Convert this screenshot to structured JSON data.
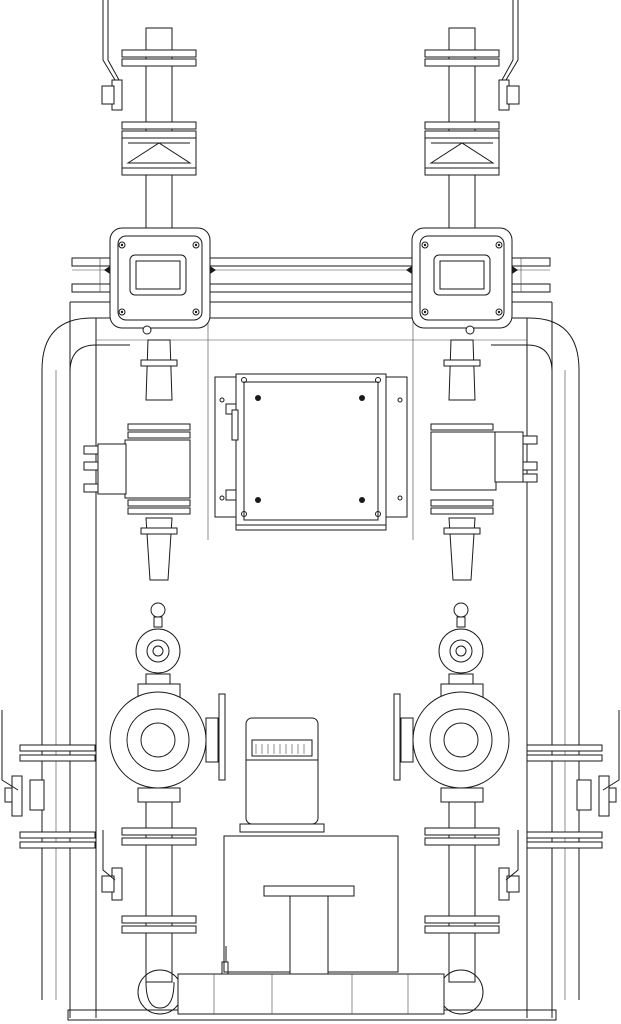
{
  "drawing": {
    "kind": "mechanical technical drawing, front elevation",
    "line_color": "#1a1a1a",
    "background": "#ffffff",
    "components": [
      {
        "id": "left-inlet-gate-valve",
        "icon": "gate-valve-icon"
      },
      {
        "id": "right-inlet-gate-valve",
        "icon": "gate-valve-icon"
      },
      {
        "id": "left-strainer",
        "icon": "strainer-icon"
      },
      {
        "id": "right-strainer",
        "icon": "strainer-icon"
      },
      {
        "id": "left-actuator-valve",
        "icon": "actuator-icon"
      },
      {
        "id": "right-actuator-valve",
        "icon": "actuator-icon"
      },
      {
        "id": "left-flow-meter",
        "icon": "flow-meter-icon"
      },
      {
        "id": "right-flow-meter",
        "icon": "flow-meter-icon"
      },
      {
        "id": "control-cabinet",
        "icon": "electrical-cabinet-icon"
      },
      {
        "id": "left-pressure-gauge",
        "icon": "gauge-icon"
      },
      {
        "id": "right-pressure-gauge",
        "icon": "gauge-icon"
      },
      {
        "id": "left-circulation-pump",
        "icon": "pump-icon"
      },
      {
        "id": "right-circulation-pump",
        "icon": "pump-icon"
      },
      {
        "id": "center-motor",
        "icon": "motor-icon"
      },
      {
        "id": "tank",
        "icon": "tank-icon"
      },
      {
        "id": "left-side-gate-valve",
        "icon": "gate-valve-icon"
      },
      {
        "id": "right-side-gate-valve",
        "icon": "gate-valve-icon"
      },
      {
        "id": "left-outlet-gate-valve",
        "icon": "gate-valve-icon"
      },
      {
        "id": "right-outlet-gate-valve",
        "icon": "gate-valve-icon"
      },
      {
        "id": "support-frame",
        "icon": "frame-icon"
      }
    ]
  }
}
